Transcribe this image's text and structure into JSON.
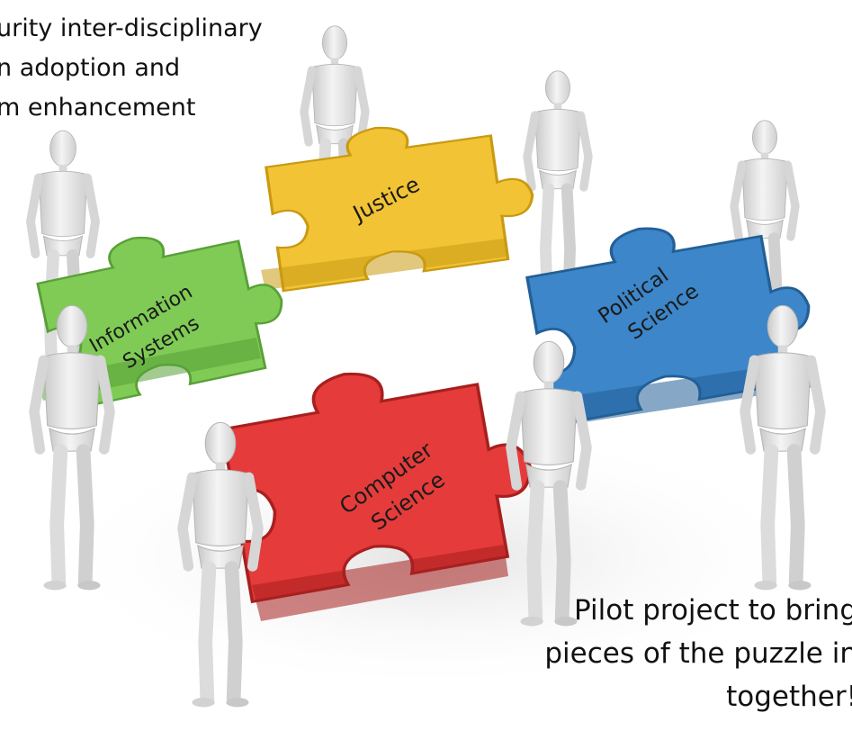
{
  "captions": {
    "top": {
      "lines": [
        "urity inter-disciplinary",
        "n adoption and",
        "m enhancement"
      ]
    },
    "bottom": {
      "lines": [
        "Pilot project to bring",
        "pieces of the puzzle in",
        "together!"
      ]
    }
  },
  "pieces": {
    "justice": {
      "label": "Justice",
      "color": "#F2C335"
    },
    "information_systems": {
      "label_line1": "Information",
      "label_line2": "Systems",
      "color": "#7FCB55"
    },
    "political_science": {
      "label_line1": "Political",
      "label_line2": "Science",
      "color": "#3C86C9"
    },
    "computer_science": {
      "label_line1": "Computer",
      "label_line2": "Science",
      "color": "#E53B3B"
    }
  },
  "colors": {
    "figure": "#E8E8E8",
    "figure_shadow": "#BDBDBD",
    "background": "#FFFFFF"
  }
}
